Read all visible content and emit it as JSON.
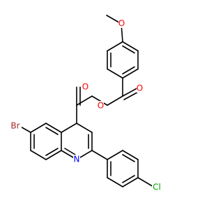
{
  "colors": {
    "background": "#ffffff",
    "bond": "#000000",
    "carbon": "#000000",
    "oxygen": "#ff0000",
    "nitrogen": "#0000ff",
    "bromine": "#a52a2a",
    "chlorine": "#00a000"
  },
  "atoms": {
    "o_methoxy": "O",
    "o_ketone": "O",
    "o_ester_ether": "O",
    "o_ester_carbonyl": "O",
    "br": "Br",
    "n": "N",
    "cl": "Cl"
  }
}
